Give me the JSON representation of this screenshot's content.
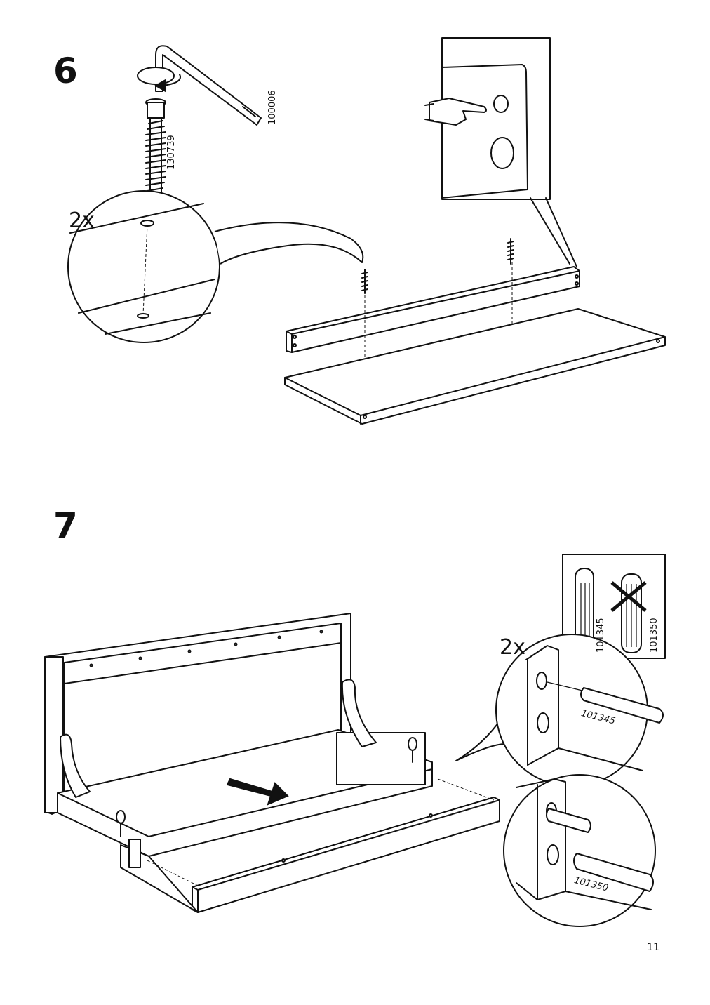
{
  "page": {
    "number": "11"
  },
  "step6": {
    "number": "6",
    "quantity": "2x",
    "parts": {
      "allen_key": "100006",
      "screw": "130739"
    }
  },
  "step7": {
    "number": "7",
    "quantity": "2x",
    "parts": {
      "dowel_correct": "101345",
      "dowel_wrong": "101350"
    }
  }
}
